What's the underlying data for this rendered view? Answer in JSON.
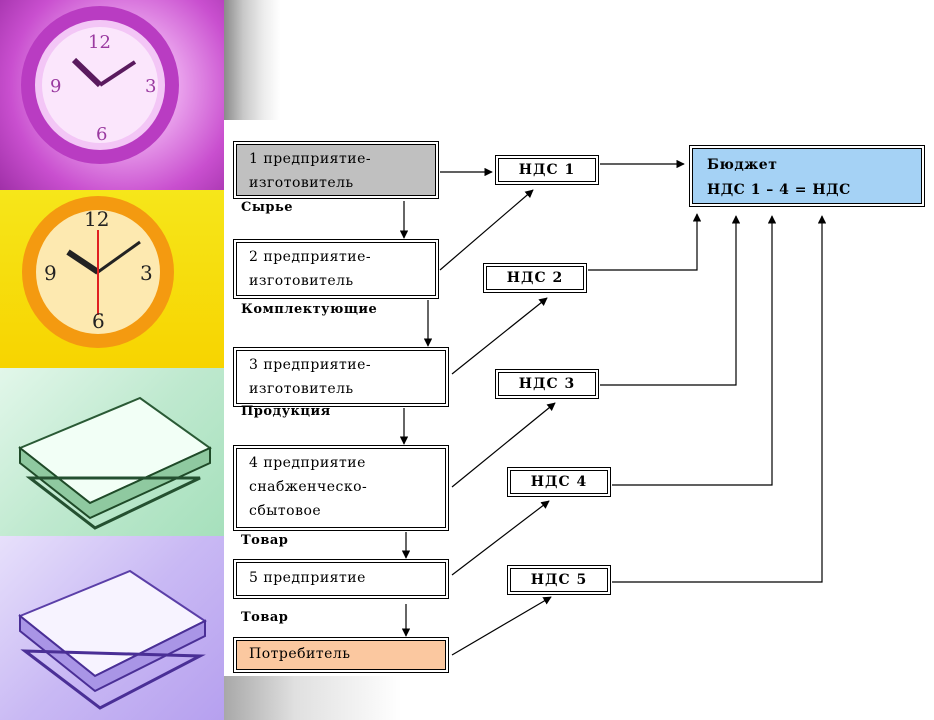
{
  "diagram": {
    "enterprises": [
      {
        "line1": "1 предприятие-",
        "line2": "изготовитель",
        "line3": ""
      },
      {
        "line1": "2 предприятие-",
        "line2": "изготовитель",
        "line3": ""
      },
      {
        "line1": "3 предприятие-",
        "line2": "изготовитель",
        "line3": ""
      },
      {
        "line1": "4 предприятие",
        "line2": "снабженческо-",
        "line3": "сбытовое"
      },
      {
        "line1": "5 предприятие",
        "line2": "",
        "line3": ""
      }
    ],
    "consumer": "Потребитель",
    "flow_labels": [
      "Сырье",
      "Комплектующие",
      "Продукция",
      "Товар",
      "Товар"
    ],
    "vat": [
      "НДС 1",
      "НДС 2",
      "НДС 3",
      "НДС 4",
      "НДС 5"
    ],
    "budget": {
      "line1": "Бюджет",
      "line2": "НДС 1 – 4 = НДС"
    }
  },
  "colors": {
    "enterprise1_fill": "#c0c0c0",
    "consumer_fill": "#fbc8a0",
    "budget_fill": "#a5d2f5"
  }
}
